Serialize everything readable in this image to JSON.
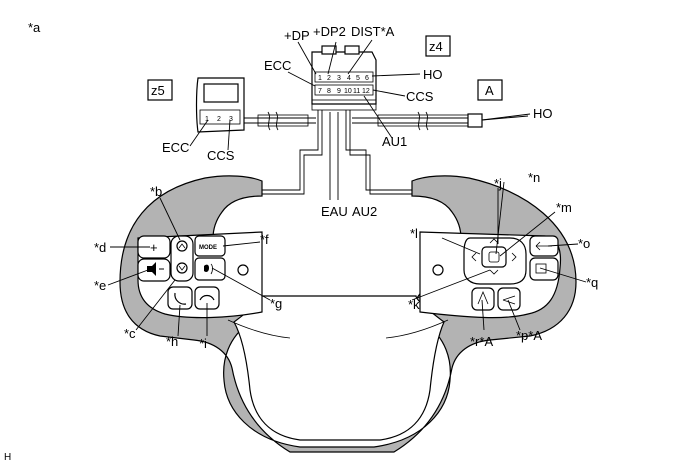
{
  "labels": {
    "a": "*a",
    "b": "*b",
    "c": "*c",
    "d": "*d",
    "e": "*e",
    "f": "*f",
    "g": "*g",
    "h": "*h",
    "i": "*i",
    "j": "*j",
    "k": "*k",
    "l": "*l",
    "m": "*m",
    "n": "*n",
    "o": "*o",
    "p": "*p*A",
    "q": "*q",
    "r": "*r*A",
    "plus_dp": "+DP",
    "plus_dp2": "+DP2",
    "dist_a": "DIST*A",
    "ecc_z4": "ECC",
    "ho_z4": "HO",
    "ccs_z4": "CCS",
    "au1": "AU1",
    "ho_right": "HO",
    "ecc_z5": "ECC",
    "ccs_z5": "CCS",
    "eau": "EAU",
    "au2": "AU2",
    "footer": "H"
  },
  "boxes": {
    "z5": "z5",
    "z4": "z4",
    "A": "A"
  },
  "pins_z4_top": [
    "1",
    "2",
    "3",
    "4",
    "5",
    "6"
  ],
  "pins_z4_bottom": [
    "7",
    "8",
    "9",
    "10",
    "11",
    "12"
  ],
  "pins_z5": [
    "1",
    "2",
    "3"
  ],
  "button_text": {
    "mode": "MODE",
    "plus": "+"
  }
}
